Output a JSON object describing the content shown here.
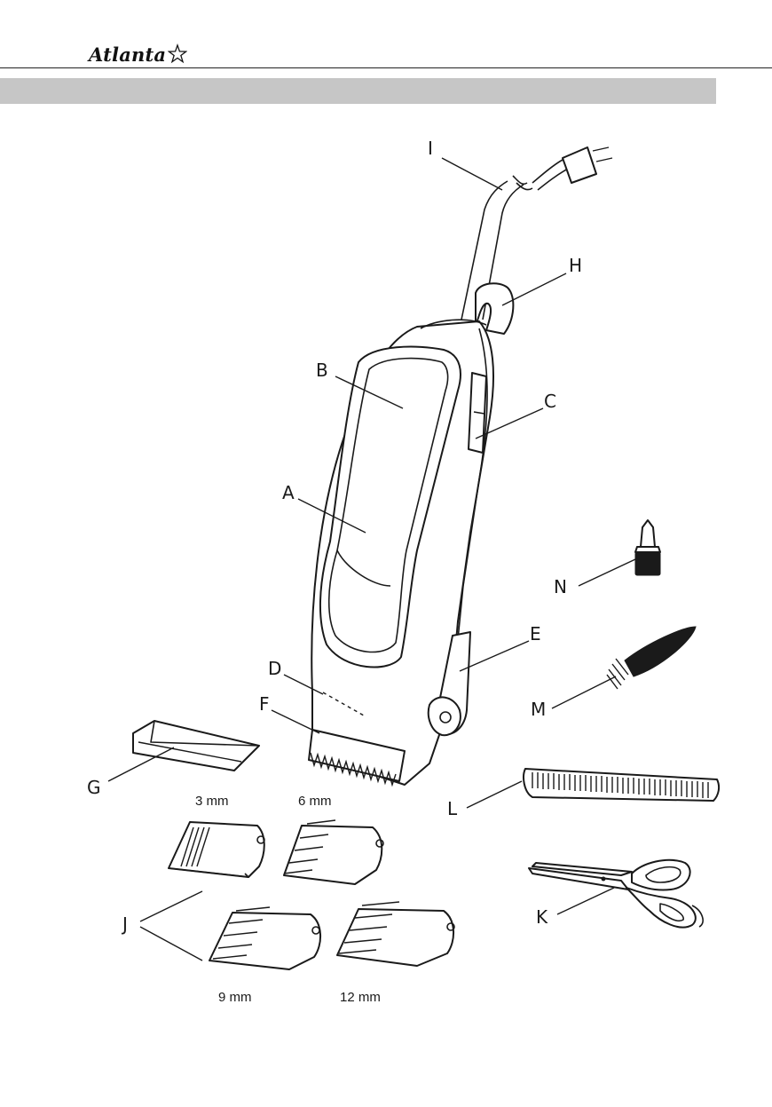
{
  "header": {
    "brand": "Atlanta"
  },
  "callouts": {
    "A": "A",
    "B": "B",
    "C": "C",
    "D": "D",
    "E": "E",
    "F": "F",
    "G": "G",
    "H": "H",
    "I": "I",
    "J": "J",
    "K": "K",
    "L": "L",
    "M": "M",
    "N": "N"
  },
  "guide_sizes": {
    "s3": "3 mm",
    "s6": "6 mm",
    "s9": "9 mm",
    "s12": "12 mm"
  }
}
